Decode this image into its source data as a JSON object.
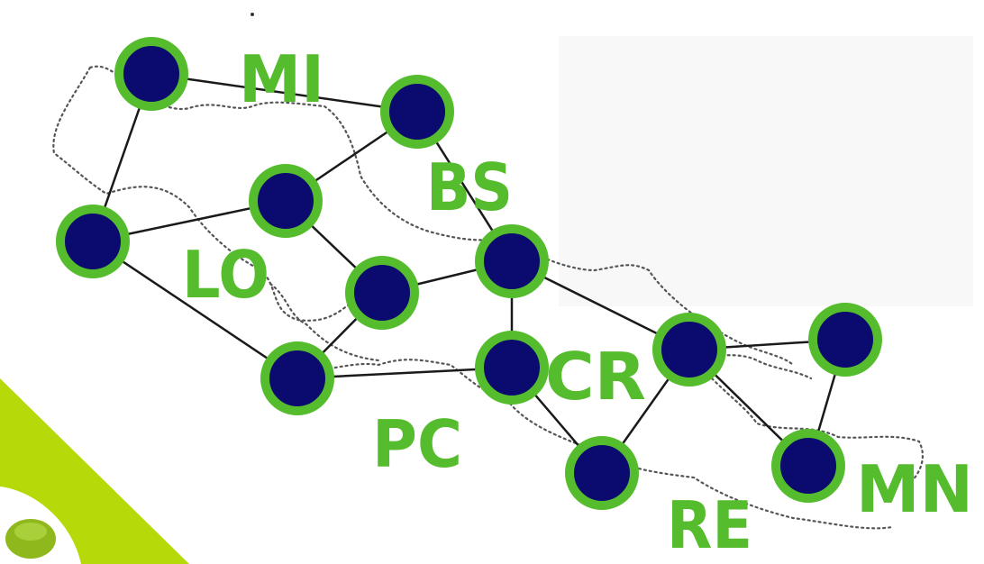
{
  "colors": {
    "node_fill": "#0b0a6e",
    "node_ring": "#55bd2d",
    "label": "#55bd2d",
    "edge": "#1a1a1a",
    "border_dots": "#555555",
    "corner_accent": "#b6d90a",
    "corner_bubble": "#8fb81c"
  },
  "labels": {
    "mi": "MI",
    "bs": "BS",
    "lo": "LO",
    "cr": "CR",
    "pc": "PC",
    "re": "RE",
    "mn": "MN"
  }
}
